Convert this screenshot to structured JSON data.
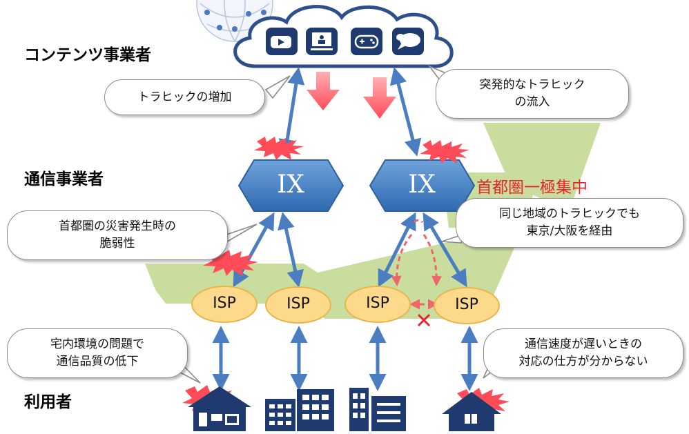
{
  "layers": {
    "content_provider": "コンテンツ事業者",
    "carrier": "通信事業者",
    "user": "利用者"
  },
  "callouts": {
    "traffic_increase": "トラヒックの増加",
    "sudden_traffic_line1": "突発的なトラヒック",
    "sudden_traffic_line2": "の流入",
    "disaster_line1": "首都圏の災害発生時の",
    "disaster_line2": "脆弱性",
    "same_region_line1": "同じ地域のトラヒックでも",
    "same_region_line2": "東京/大阪を経由",
    "home_env_line1": "宅内環境の問題で",
    "home_env_line2": "通信品質の低下",
    "slow_speed_line1": "通信速度が遅いときの",
    "slow_speed_line2": "対応の仕方が分からない"
  },
  "nodes": {
    "ix_left": "IX",
    "ix_right": "IX",
    "isp_1": "ISP",
    "isp_2": "ISP",
    "isp_3": "ISP",
    "isp_4": "ISP"
  },
  "annotations": {
    "tokyo_concentration": "首都圏一極集中"
  },
  "cloud_services": [
    "video-icon",
    "presentation-icon",
    "gamepad-icon",
    "chat-icon"
  ],
  "colors": {
    "arrow_blue": "#4a7ec0",
    "ix_blue": "#3f7cc4",
    "isp_fill": "#fcd98b",
    "isp_stroke": "#e9b54a",
    "map_green": "#c9dd9e",
    "alert_red": "#ff5560",
    "note_red": "#e8232a",
    "building_navy": "#1f3a6e"
  }
}
